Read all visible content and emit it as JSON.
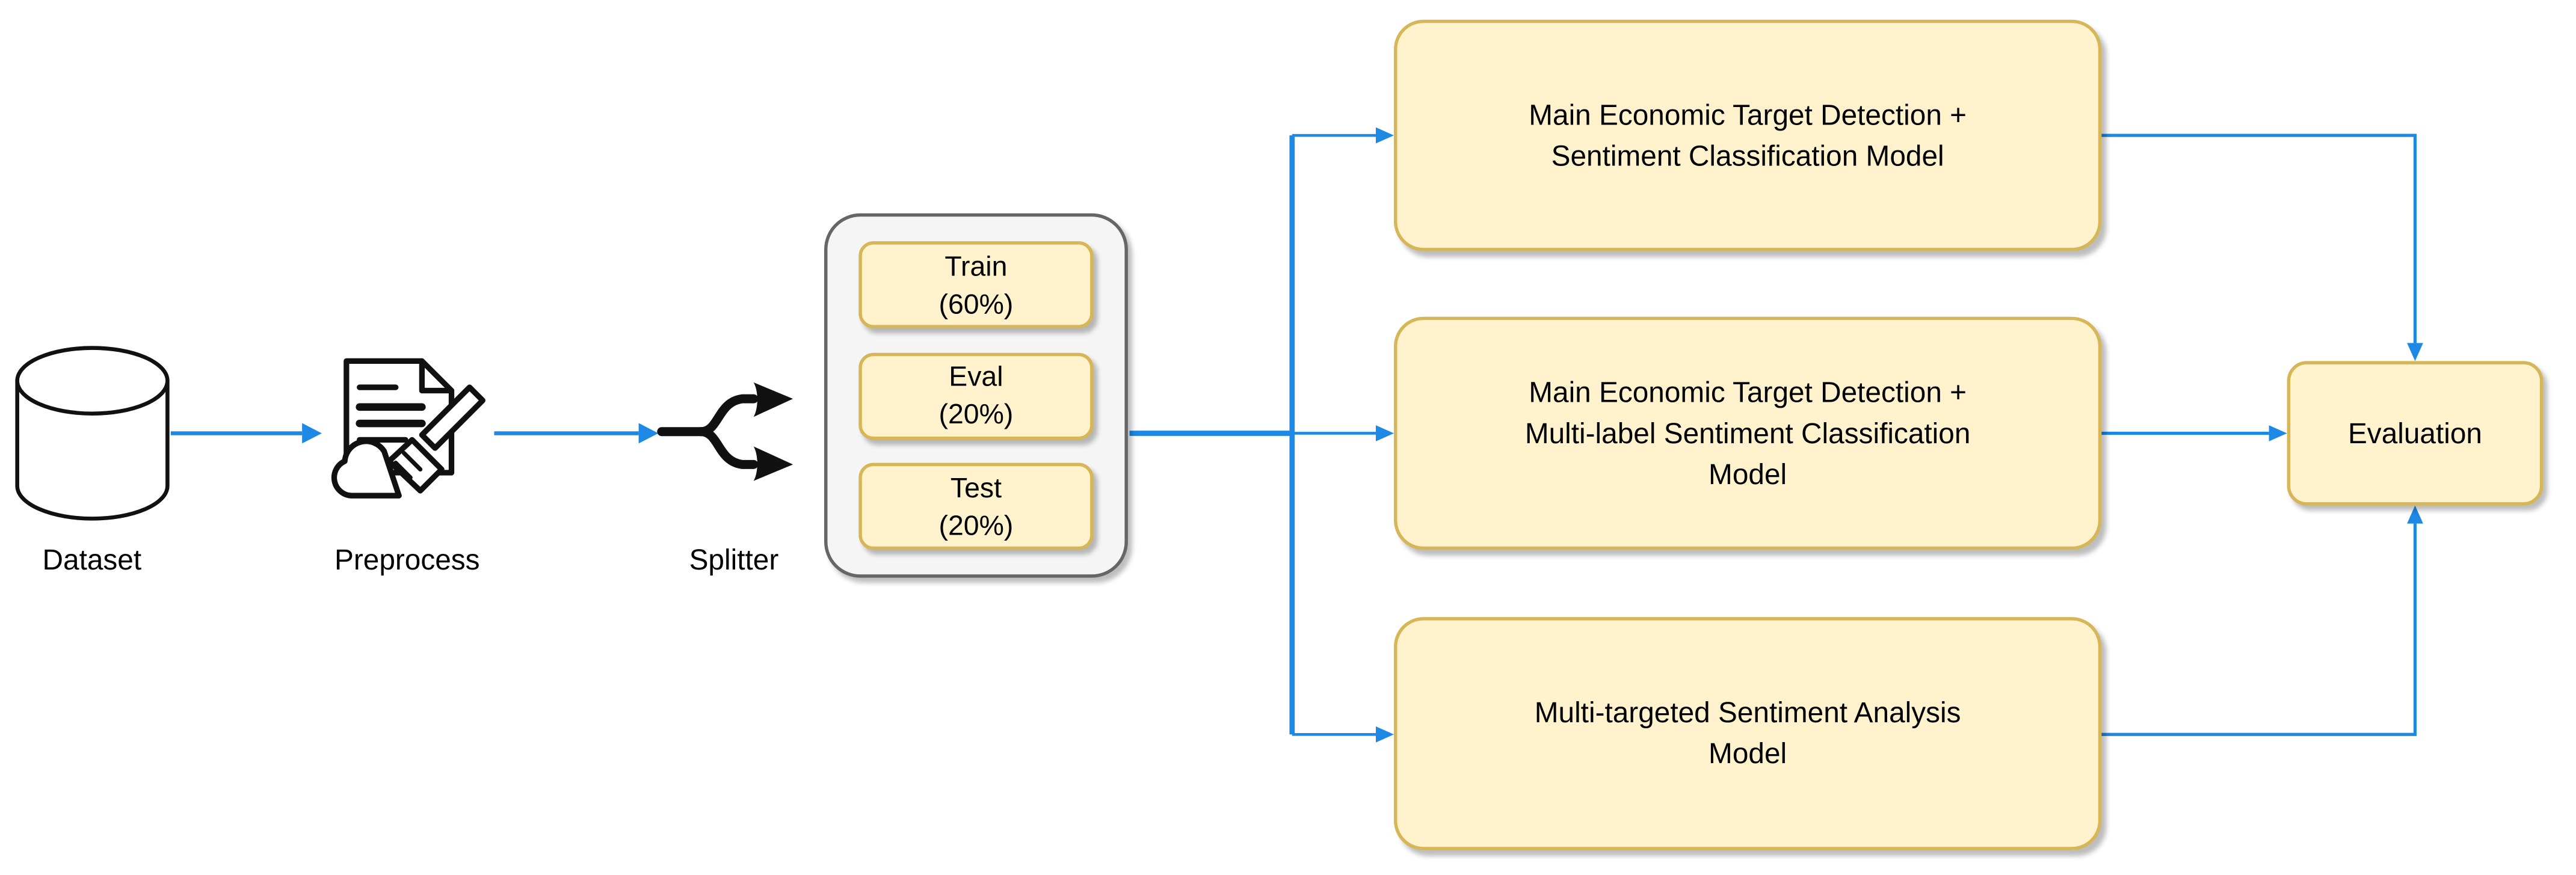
{
  "colors": {
    "node_fill": "#FFF2CC",
    "node_stroke": "#D6B656",
    "container_fill": "#F5F5F5",
    "container_stroke": "#666666",
    "arrow": "#1E88E5",
    "icon": "#111111",
    "text": "#000000"
  },
  "pipeline": {
    "dataset": {
      "label": "Dataset",
      "icon": "database-cylinder-icon"
    },
    "preprocess": {
      "label": "Preprocess",
      "icon": "document-broom-icon"
    },
    "splitter": {
      "label": "Splitter",
      "icon": "fork-arrows-icon"
    },
    "splits": [
      {
        "name": "Train",
        "share": "(60%)"
      },
      {
        "name": "Eval",
        "share": "(20%)"
      },
      {
        "name": "Test",
        "share": "(20%)"
      }
    ],
    "models": [
      {
        "lines": [
          "Main Economic Target Detection +",
          "Sentiment Classification Model"
        ]
      },
      {
        "lines": [
          "Main Economic Target Detection +",
          "Multi-label Sentiment Classification",
          "Model"
        ]
      },
      {
        "lines": [
          "Multi-targeted Sentiment Analysis",
          "Model"
        ]
      }
    ],
    "evaluation": {
      "label": "Evaluation"
    }
  }
}
